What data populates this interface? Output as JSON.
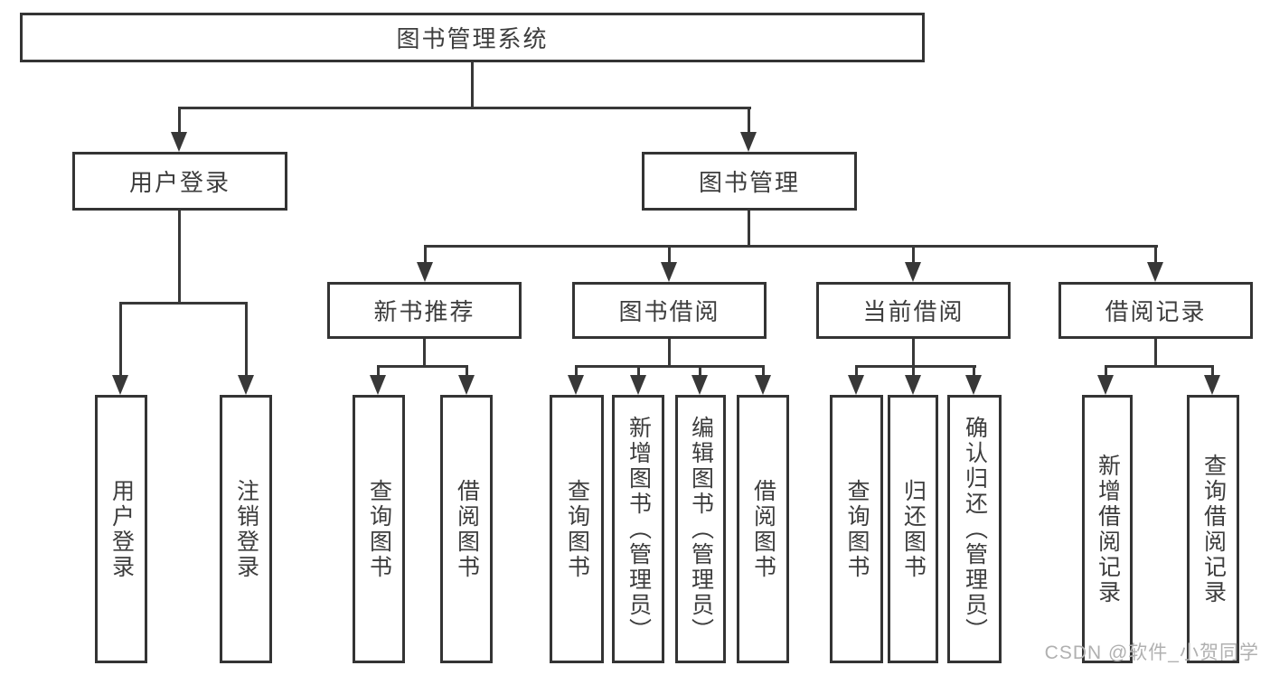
{
  "diagram": {
    "type": "function-structure-tree",
    "root": "图书管理系统",
    "branches": [
      {
        "label": "用户登录",
        "leaves": [
          "用户登录",
          "注销登录"
        ]
      },
      {
        "label": "图书管理",
        "children": [
          {
            "label": "新书推荐",
            "leaves": [
              "查询图书",
              "借阅图书"
            ]
          },
          {
            "label": "图书借阅",
            "leaves": [
              "查询图书",
              "新增图书（管理员）",
              "编辑图书（管理员）",
              "借阅图书"
            ]
          },
          {
            "label": "当前借阅",
            "leaves": [
              "查询图书",
              "归还图书",
              "确认归还（管理员）"
            ]
          },
          {
            "label": "借阅记录",
            "leaves": [
              "新增借阅记录",
              "查询借阅记录"
            ]
          }
        ]
      }
    ]
  },
  "watermark": "CSDN @软件_小贺同学",
  "colors": {
    "line": "#383838",
    "border": "#343434",
    "text": "#3d3d3d",
    "watermark": "#b0b0b0",
    "background": "#ffffff"
  }
}
